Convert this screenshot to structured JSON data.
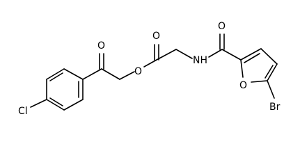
{
  "molecule": {
    "atoms": {
      "o_ketone": "O",
      "o_ester_carbonyl": "O",
      "o_ester_link": "O",
      "o_amide": "O",
      "nh": "NH",
      "o_furan": "O",
      "br": "Br",
      "cl": "Cl"
    }
  },
  "colors": {
    "bond": "#000000",
    "label": "#000000",
    "background": "#ffffff"
  }
}
